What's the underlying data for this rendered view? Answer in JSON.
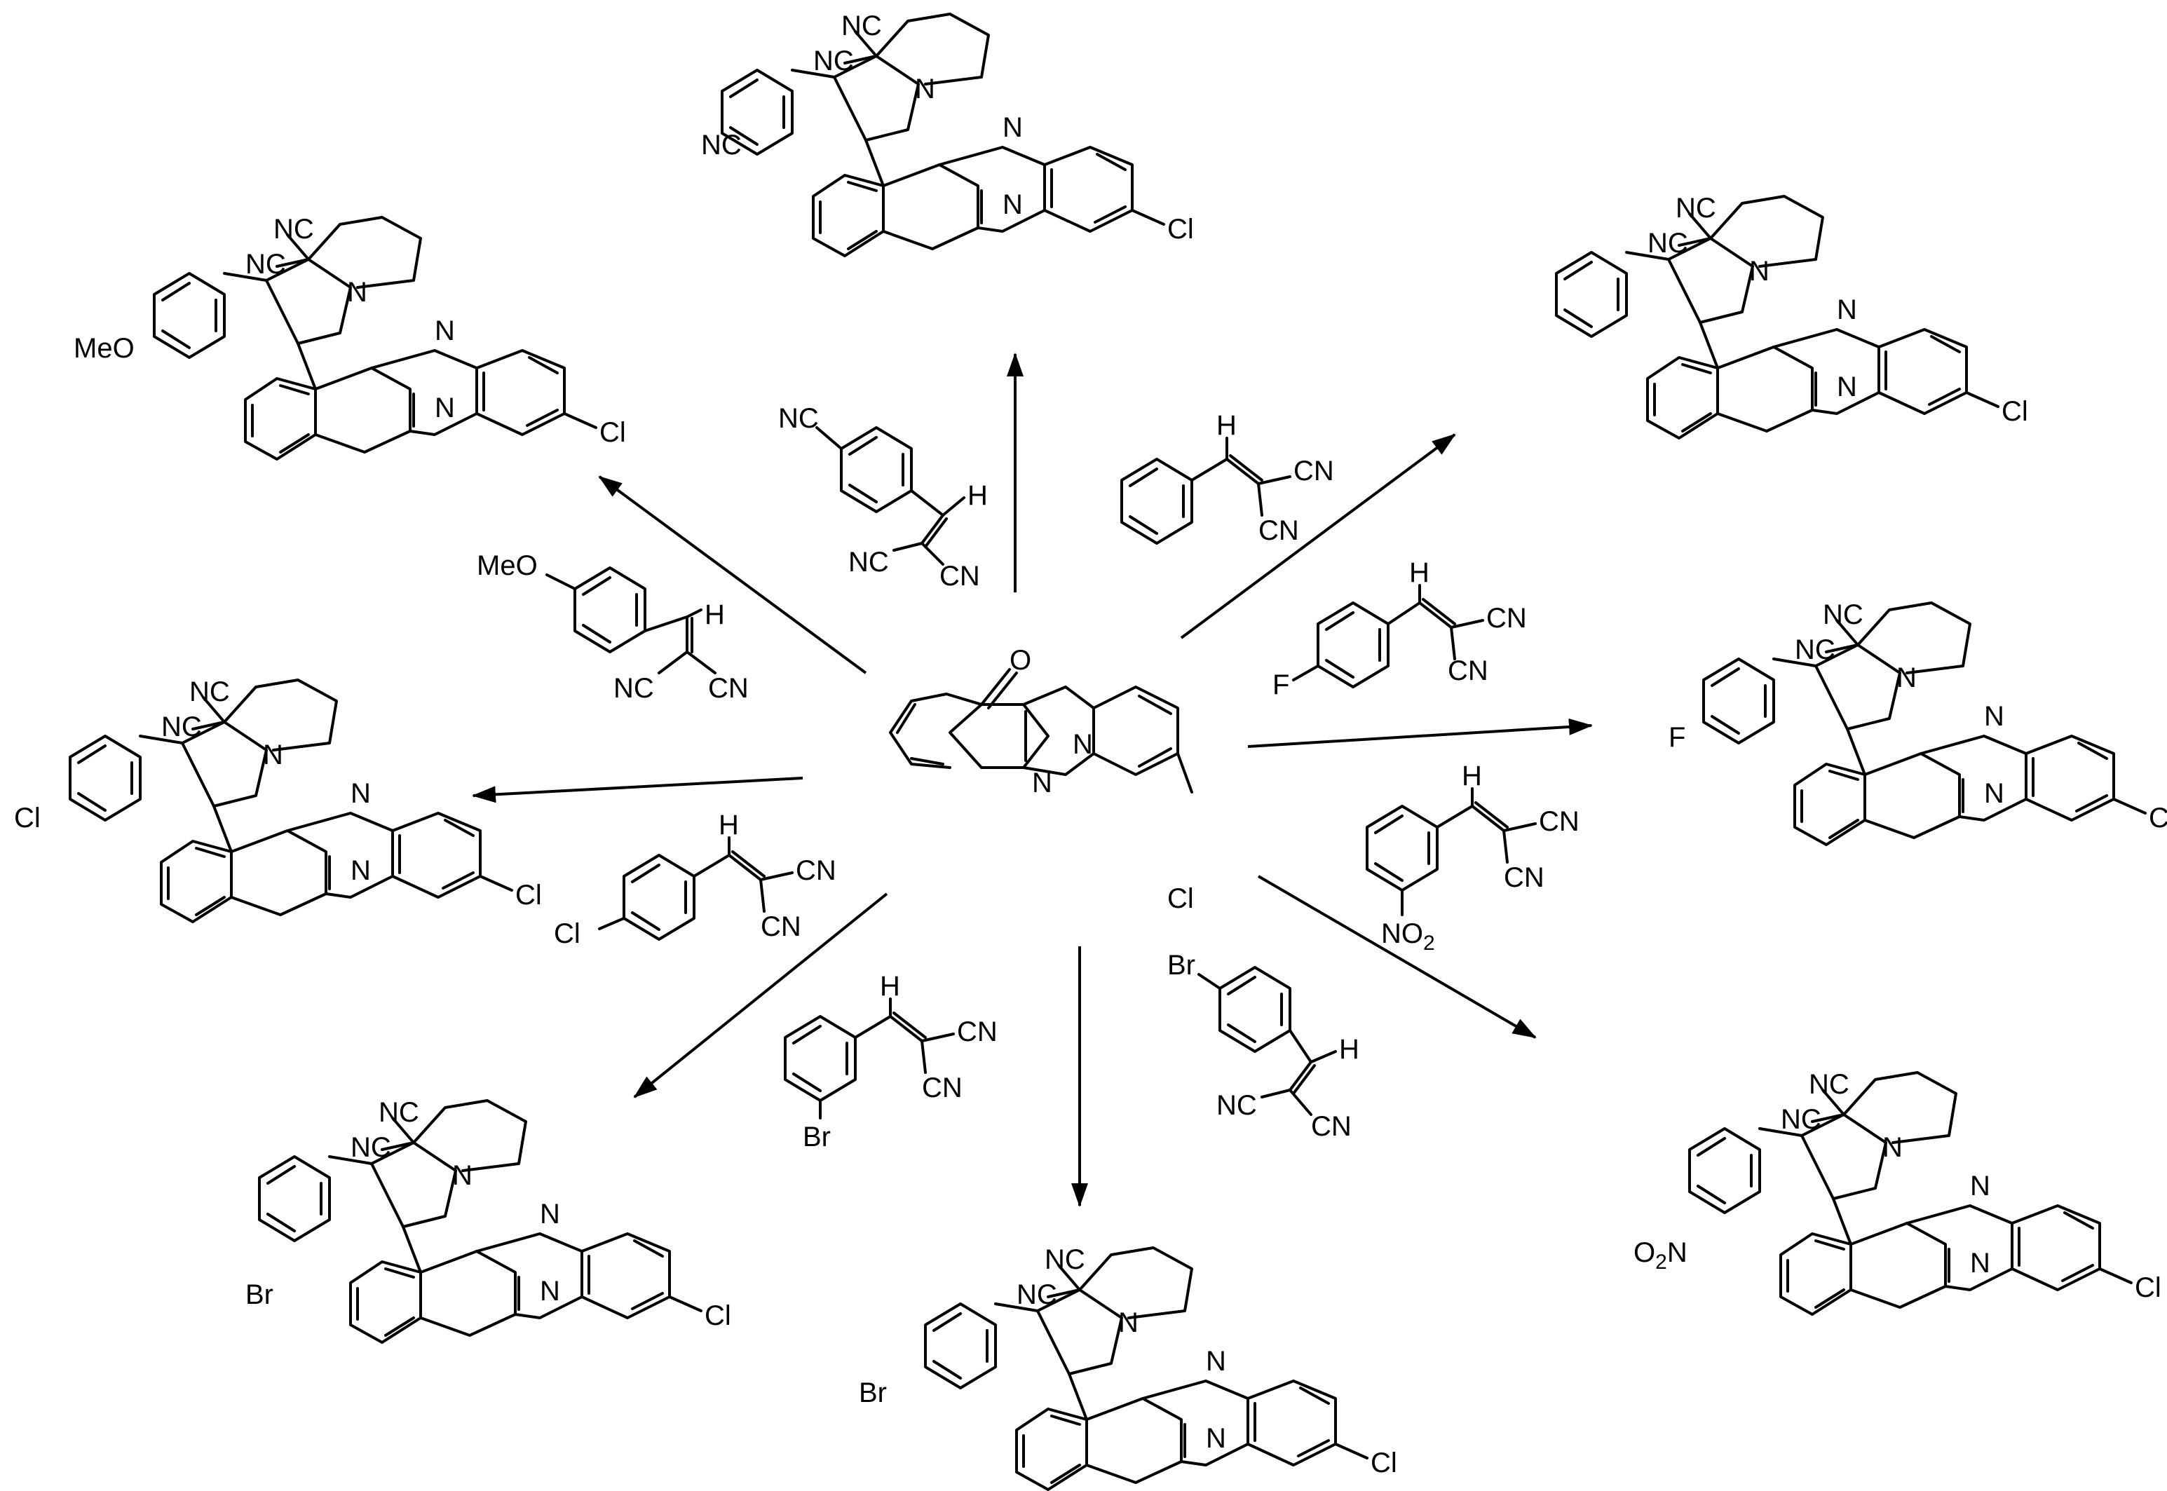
{
  "labels": {
    "ketone_O": "O",
    "N": "N",
    "Cl": "Cl",
    "Br": "Br",
    "F": "F",
    "H": "H",
    "NC": "NC",
    "CN": "CN",
    "MeO": "MeO",
    "NO2_base": "NO",
    "NO2_sub": "2",
    "O2N_base": "O",
    "O2N_sub": "2",
    "O2N_tail": "N"
  },
  "reagents": [
    {
      "id": "4-cyano",
      "substituent": "NC"
    },
    {
      "id": "phenyl",
      "substituent": ""
    },
    {
      "id": "4-fluoro",
      "substituent": "F"
    },
    {
      "id": "3-nitro",
      "substituent": "NO2"
    },
    {
      "id": "4-bromo",
      "substituent": "Br"
    },
    {
      "id": "3-bromo",
      "substituent": "Br"
    },
    {
      "id": "4-chloro",
      "substituent": "Cl"
    },
    {
      "id": "4-methoxy",
      "substituent": "MeO"
    }
  ],
  "products": [
    {
      "id": "top",
      "aryl_substituent": "NC"
    },
    {
      "id": "top-right",
      "aryl_substituent": ""
    },
    {
      "id": "right",
      "aryl_substituent": "F"
    },
    {
      "id": "bottom-right",
      "aryl_substituent": "O2N"
    },
    {
      "id": "bottom",
      "aryl_substituent": "Br"
    },
    {
      "id": "bottom-left",
      "aryl_substituent": "Br"
    },
    {
      "id": "left",
      "aryl_substituent": "Cl"
    },
    {
      "id": "top-left",
      "aryl_substituent": "MeO"
    }
  ]
}
